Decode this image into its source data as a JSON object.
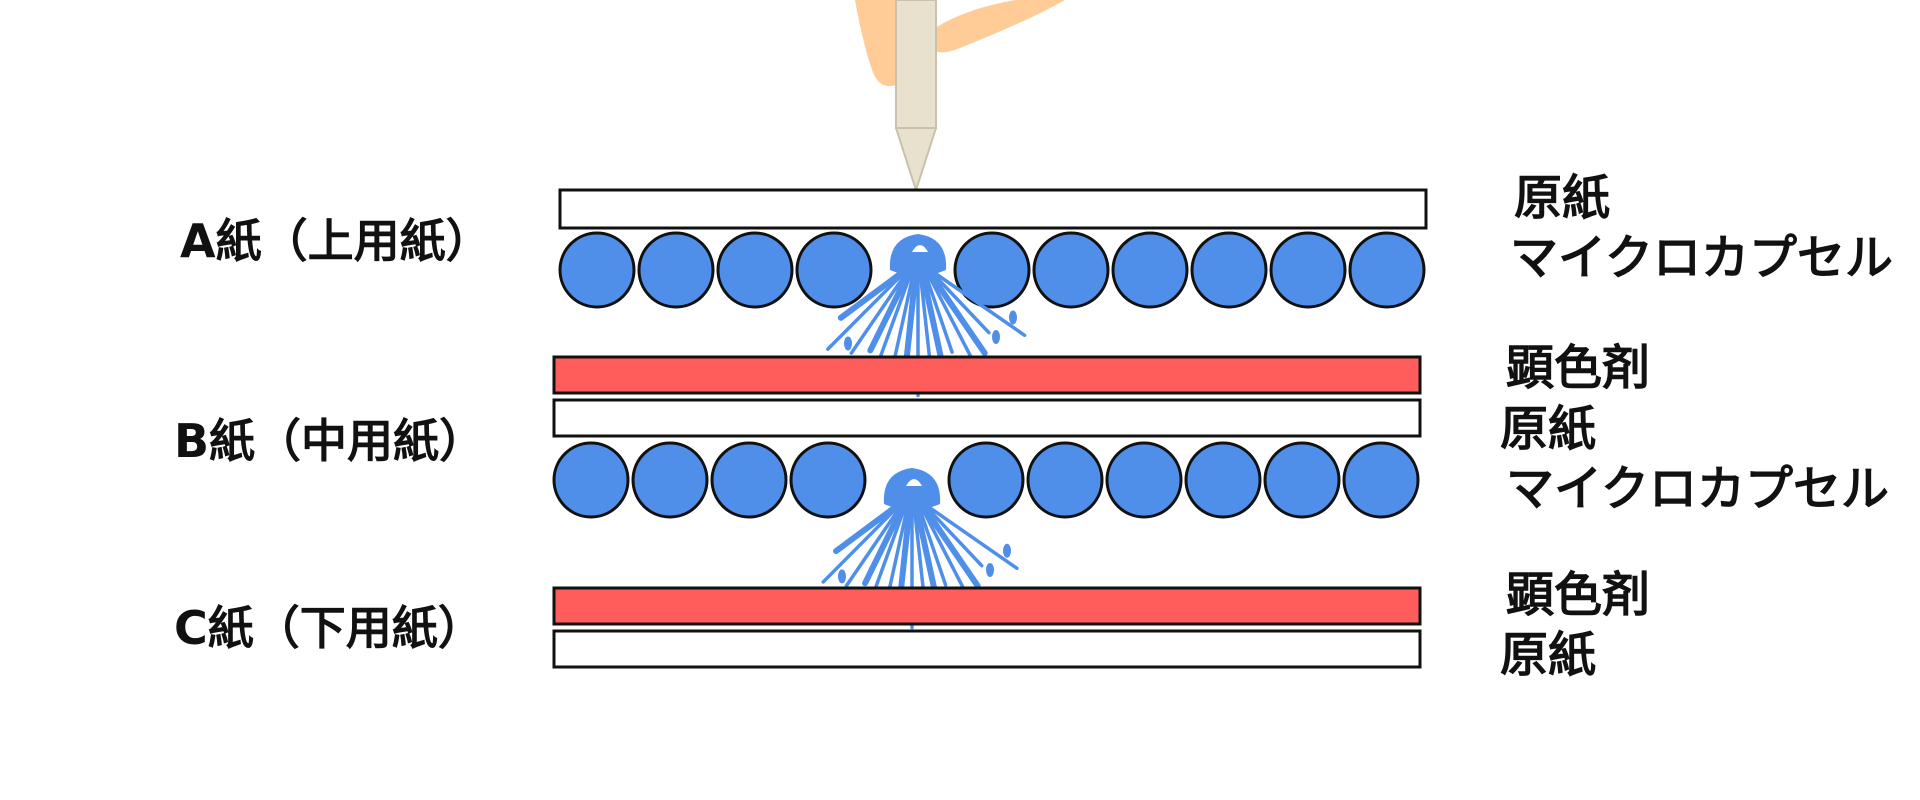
{
  "colors": {
    "capsule": "#4F8FEA",
    "developer": "#FF5C5C",
    "paper": "#FFFFFF",
    "outline": "#111111",
    "pen": "#E8E1CE",
    "hand": "#FFCB96"
  },
  "sheets": {
    "a": "A紙（上用紙）",
    "b": "B紙（中用紙）",
    "c": "C紙（下用紙）"
  },
  "layers": {
    "a_base": "原紙",
    "a_capsule": "マイクロカプセル",
    "b_developer": "顕色剤",
    "b_base": "原紙",
    "b_capsule": "マイクロカプセル",
    "c_developer": "顕色剤",
    "c_base": "原紙"
  },
  "icons": {
    "pen": "pen-icon",
    "hand": "hand-icon",
    "splash": "ink-splash-icon"
  }
}
